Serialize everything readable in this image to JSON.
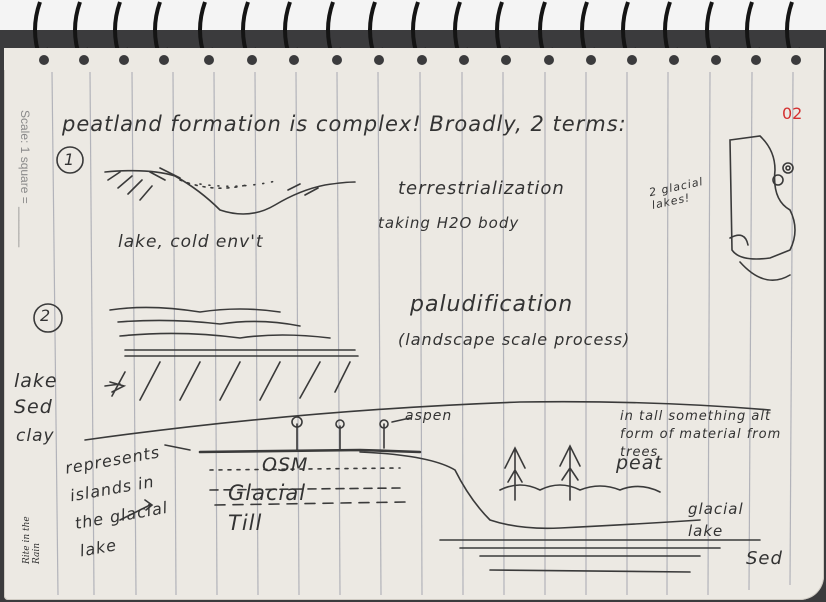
{
  "page": {
    "page_number": "02",
    "scale_label": "Scale: 1 square = ______",
    "signature": "Rite in the Rain"
  },
  "notes": {
    "heading": "peatland formation is complex! Broadly, 2 terms:",
    "item1_marker": "1",
    "item1_caption": "lake, cold env't",
    "item1_term": "terrestrialization",
    "item1_desc": "taking H2O body",
    "item2_marker": "2",
    "item2_term": "paludification",
    "item2_desc": "(landscape scale process)",
    "side_note": "2 glacial lakes!",
    "lake_sed": "lake Sed",
    "clay": "clay",
    "aspen": "aspen",
    "tall_note": "in tall something alt form of material from trees",
    "osm": "OSM",
    "glacial_till": "Glacial Till",
    "peat": "peat",
    "represents": "represents islands in the glacial lake",
    "glacial_lake": "glacial lake",
    "sed": "Sed"
  },
  "colors": {
    "paper": "#ece9e3",
    "rule_line": "#a9aab3",
    "pencil": "#3a3a3a",
    "page_number": "#d43030",
    "background": "#3b3b3d",
    "binding_wire": "#141414"
  },
  "icons": [
    "spiral-binding",
    "tree-sketch",
    "lake-basin-sketch",
    "lake-map-sketch"
  ]
}
